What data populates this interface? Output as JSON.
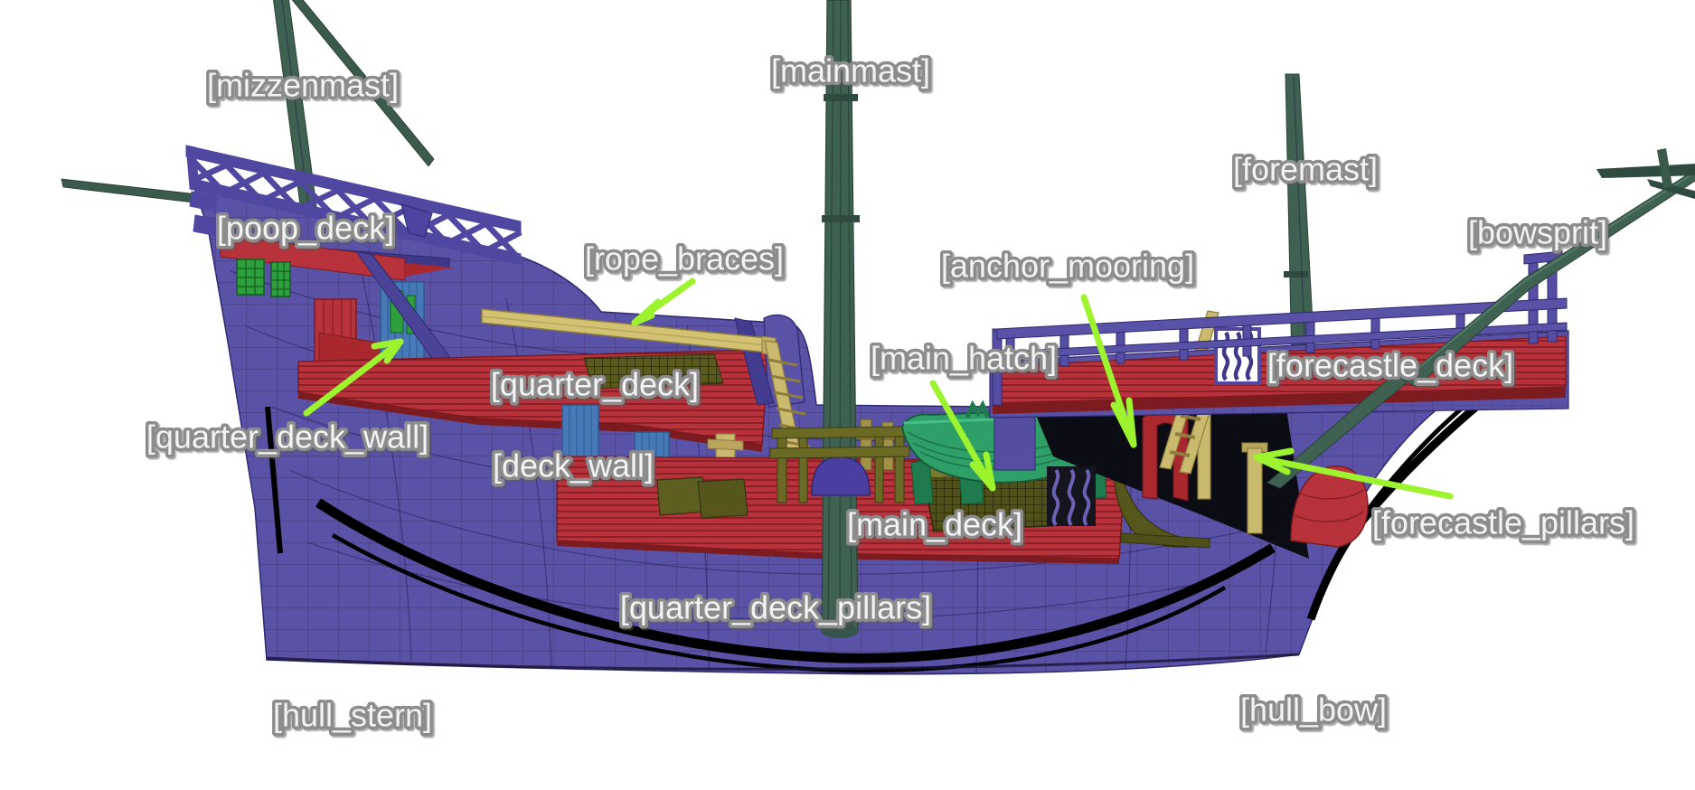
{
  "viewer": {
    "kind": "3d-part-annotation-render",
    "background_color": "#ffffff"
  },
  "labels": {
    "mizzenmast": "[mizzenmast]",
    "mainmast": "[mainmast]",
    "foremast": "[foremast]",
    "bowsprit": "[bowsprit]",
    "poop_deck": "[poop_deck]",
    "rope_braces": "[rope_braces]",
    "anchor_mooring": "[anchor_mooring]",
    "main_hatch": "[main_hatch]",
    "quarter_deck": "[quarter_deck]",
    "forecastle_deck": "[forecastle_deck]",
    "quarter_deck_wall": "[quarter_deck_wall]",
    "deck_wall": "[deck_wall]",
    "main_deck": "[main_deck]",
    "forecastle_pillars": "[forecastle_pillars]",
    "quarter_deck_pillars": "[quarter_deck_pillars]",
    "hull_stern": "[hull_stern]",
    "hull_bow": "[hull_bow]"
  },
  "annotation_arrows": [
    "rope_braces",
    "quarter_deck_wall",
    "main_hatch",
    "anchor_mooring",
    "forecastle_pillars"
  ],
  "colors": {
    "hull_purple": "#5a52a6",
    "deck_red": "#b7323a",
    "mast_green": "#3f6152",
    "beam_yellow": "#d2c272",
    "fitting_olive": "#5e5e20",
    "boat_green": "#2f9f68",
    "wall_blue": "#4779b8",
    "window_green": "#2da03c",
    "wale_black": "#000000",
    "arrow_green": "#9df32d",
    "label_fill": "#f3f3f3",
    "label_outline": "#8c8c8c"
  }
}
